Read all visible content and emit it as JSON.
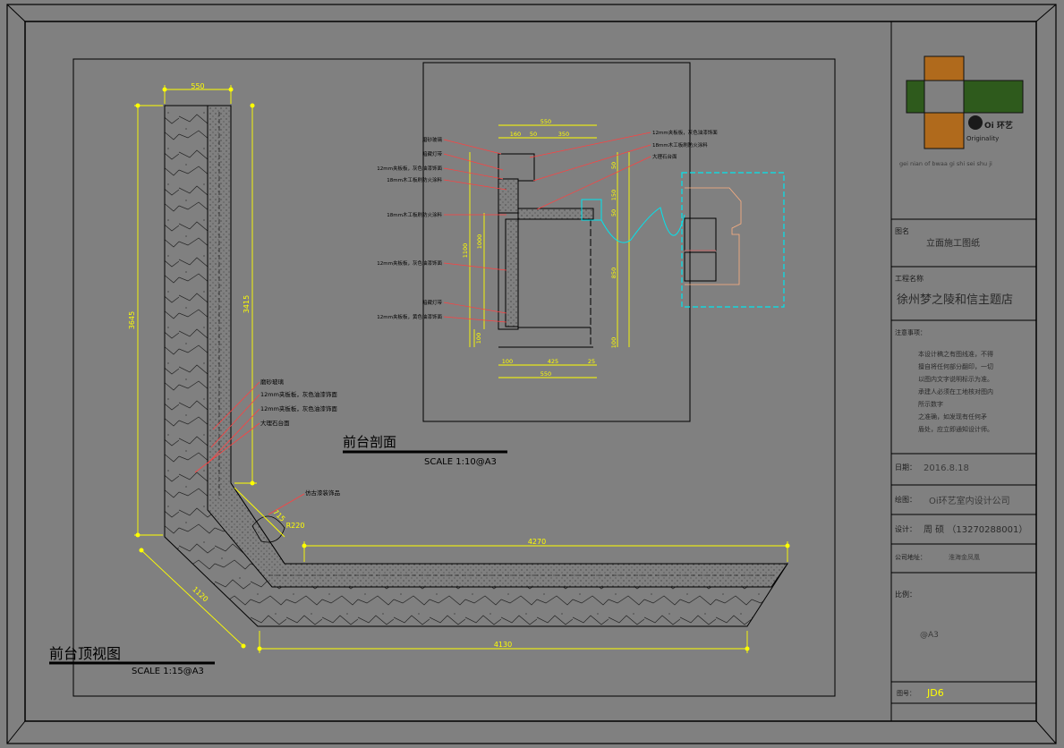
{
  "colors": {
    "background": "#808080",
    "border": "#000000",
    "dimension": "#ffff00",
    "leader": "#ff0000",
    "callout": "#00e5ee",
    "logo_orange": "#b06a1c",
    "logo_green": "#2e5a1c"
  },
  "plan_view": {
    "title": "前台顶视图",
    "scale": "SCALE  1:15@A3",
    "dims": {
      "top_width": "550",
      "outer_height": "3645",
      "inner_height": "3415",
      "bottom_inner": "4270",
      "bottom_outer": "4130",
      "diagonal": "1120",
      "corner_a": "715",
      "corner_b": "R220"
    },
    "notes": [
      "磨砂玻璃",
      "12mm夹板板，灰色油漆饰面",
      "12mm夹板板，灰色油漆饰面",
      "大理石台面"
    ],
    "corner_note": "仿古漆装饰品"
  },
  "section_view": {
    "title": "前台剖面",
    "scale": "SCALE  1:10@A3",
    "top_dims": [
      "550",
      "160",
      "50",
      "350"
    ],
    "bottom_dims": [
      "100",
      "425",
      "25",
      "550"
    ],
    "left_dims": [
      "1100",
      "1000",
      "100"
    ],
    "right_dims": [
      "50",
      "150",
      "50",
      "850",
      "100"
    ],
    "left_notes": [
      "磨砂玻璃",
      "暗藏灯带",
      "12mm夹板板，灰色油漆饰面",
      "18mm木工板刷防火涂料",
      "18mm木工板刷防火涂料",
      "12mm夹板板，灰色油漆饰面",
      "暗藏灯带",
      "12mm夹板板，黄色油漆饰面"
    ],
    "right_notes": [
      "12mm夹板板，灰色油漆饰面",
      "18mm木工板刷防火涂料",
      "大理石台面"
    ]
  },
  "title_block": {
    "logo_text": "Oi 环艺",
    "logo_sub": "Originality",
    "pinyin": "gei nian of bwaa gi shi sei shu ji",
    "drawing_label": "图名",
    "drawing_name": "立面施工图纸",
    "project_label": "工程名称",
    "project_name": "徐州梦之陵和信主题店",
    "notes_label": "注意事项：",
    "notes_lines": [
      "本设计稿之有图线准，不得",
      "擅自将任何部分翻印，一切",
      "以图内文字说明标示为准。",
      "承建人必须在工地核对图内",
      "所示数字",
      "之准确，如发现有任何矛",
      "盾处，应立即通知设计师。"
    ],
    "date_label": "日期：",
    "date": "2016.8.18",
    "design_label": "绘图：",
    "company": "Oi环艺室内设计公司",
    "designer_label": "设计：",
    "designer": "周  硕  （13270288001）",
    "address_label": "公司地址：",
    "address": "淮海金凤凰",
    "ratio_label": "比例：",
    "ratio": "@A3",
    "drawing_no_label": "图号：",
    "drawing_no": "JD6"
  }
}
